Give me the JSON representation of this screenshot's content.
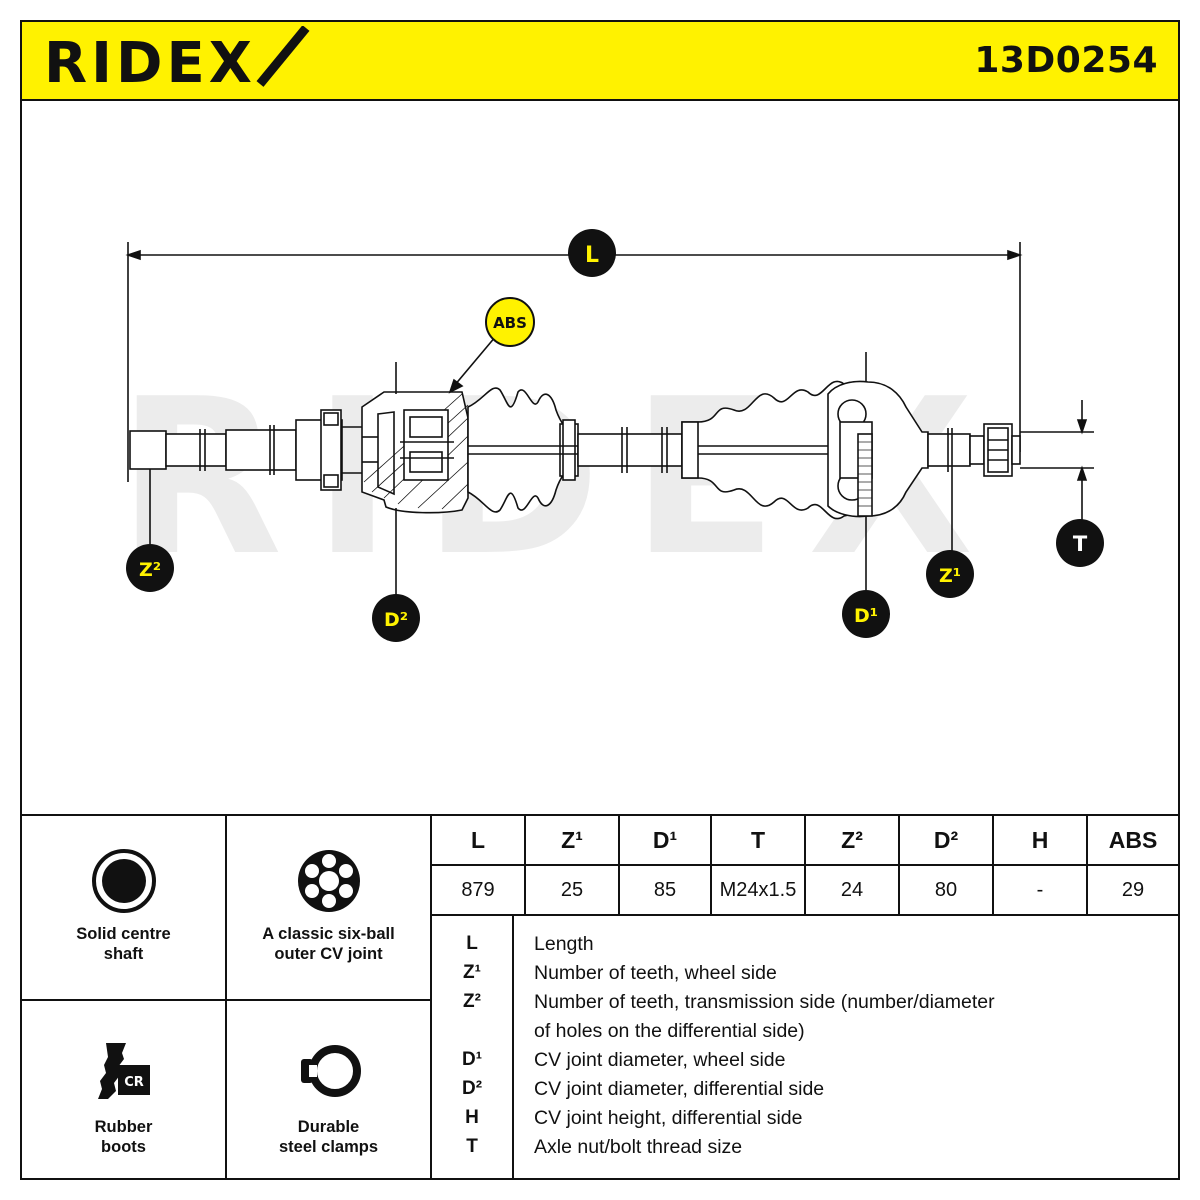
{
  "header": {
    "brand": "RIDEX",
    "part_number": "13D0254",
    "accent_color": "#FFF200"
  },
  "drawing": {
    "callouts": {
      "L": "L",
      "ABS": "ABS",
      "Z2": "Z²",
      "D2": "D²",
      "D1": "D¹",
      "Z1": "Z¹",
      "T": "T"
    },
    "callout_color": "#FFF200",
    "watermark": "RIDEX"
  },
  "features": [
    {
      "icon": "solid-shaft-icon",
      "label_1": "Solid centre",
      "label_2": "shaft"
    },
    {
      "icon": "six-ball-joint-icon",
      "label_1": "A classic six-ball",
      "label_2": "outer CV joint"
    },
    {
      "icon": "rubber-boot-icon",
      "badge": "CR",
      "label_1": "Rubber",
      "label_2": "boots"
    },
    {
      "icon": "steel-clamp-icon",
      "label_1": "Durable",
      "label_2": "steel clamps"
    }
  ],
  "spec_table": {
    "headers": [
      "L",
      "Z¹",
      "D¹",
      "T",
      "Z²",
      "D²",
      "H",
      "ABS"
    ],
    "values": [
      "879",
      "25",
      "85",
      "M24x1.5",
      "24",
      "80",
      "-",
      "29"
    ]
  },
  "legend": [
    {
      "symbol": "L",
      "text": "Length"
    },
    {
      "symbol": "Z¹",
      "text": "Number of teeth, wheel side"
    },
    {
      "symbol": "Z²",
      "text": "Number of teeth, transmission side (number/diameter"
    },
    {
      "symbol": "",
      "text": "of holes on the differential side)"
    },
    {
      "symbol": "D¹",
      "text": "CV joint diameter, wheel side"
    },
    {
      "symbol": "D²",
      "text": "CV joint diameter, differential side"
    },
    {
      "symbol": "H",
      "text": "CV joint height, differential side"
    },
    {
      "symbol": "T",
      "text": "Axle nut/bolt thread size"
    }
  ]
}
